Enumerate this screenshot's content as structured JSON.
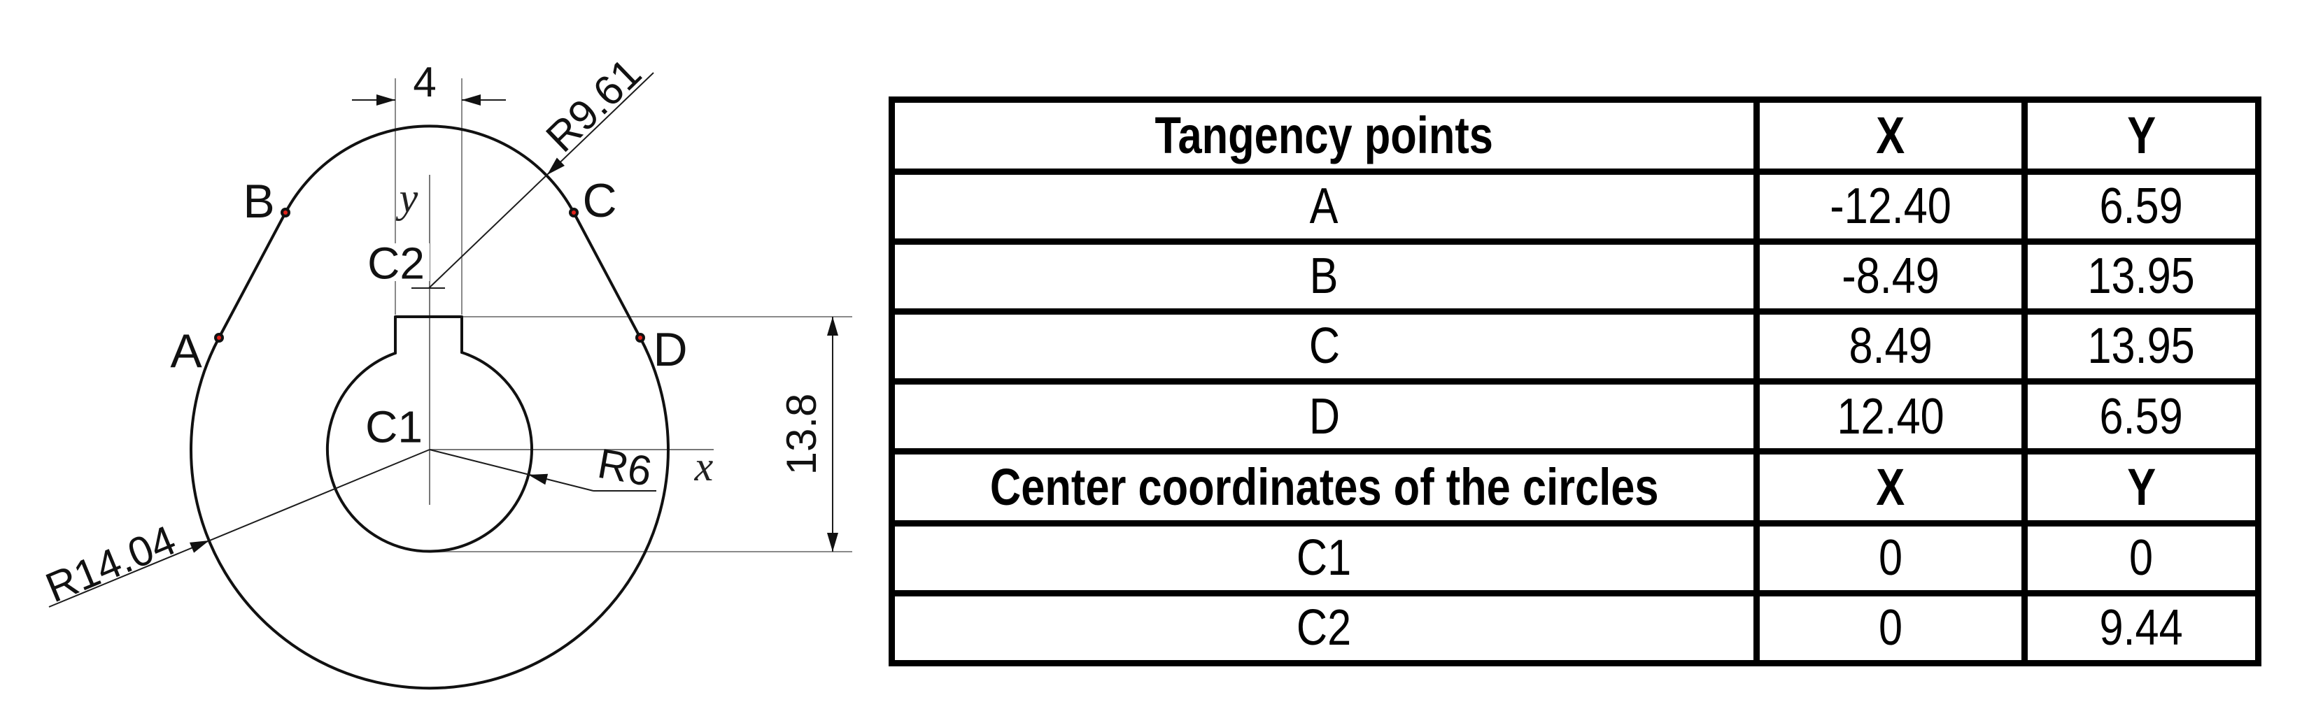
{
  "drawing": {
    "point_labels": {
      "a": "A",
      "b": "B",
      "c": "C",
      "d": "D"
    },
    "center_labels": {
      "c1": "C1",
      "c2": "C2"
    },
    "axis_labels": {
      "x": "x",
      "y": "y"
    },
    "dim_labels": {
      "keyway_width": "4",
      "radius_top": "R9.61",
      "radius_outer": "R14.04",
      "radius_inner": "R6",
      "height": "13.8"
    },
    "colors": {
      "tangency_point": "#e32119",
      "line": "#111111"
    }
  },
  "table": {
    "sections": [
      {
        "header": {
          "label": "Tangency points",
          "x": "X",
          "y": "Y"
        },
        "rows": [
          {
            "label": "A",
            "x": "-12.40",
            "y": "6.59"
          },
          {
            "label": "B",
            "x": "-8.49",
            "y": "13.95"
          },
          {
            "label": "C",
            "x": "8.49",
            "y": "13.95"
          },
          {
            "label": "D",
            "x": "12.40",
            "y": "6.59"
          }
        ]
      },
      {
        "header": {
          "label": "Center coordinates of the circles",
          "x": "X",
          "y": "Y"
        },
        "rows": [
          {
            "label": "C1",
            "x": "0",
            "y": "0"
          },
          {
            "label": "C2",
            "x": "0",
            "y": "9.44"
          }
        ]
      }
    ]
  }
}
